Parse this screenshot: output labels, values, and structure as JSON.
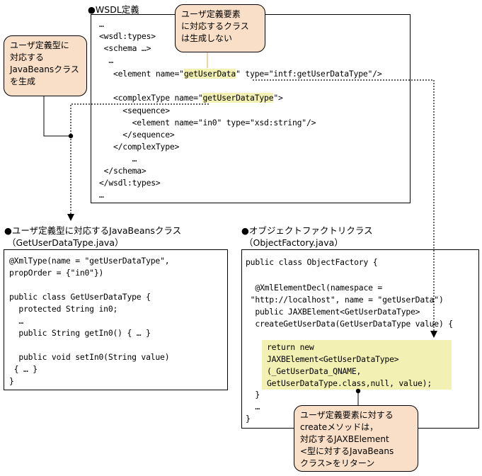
{
  "wsdl": {
    "heading": "●WSDL定義",
    "lines": [
      "…",
      "<wsdl:types>",
      " <schema …>",
      "  …",
      "   <element name=\"",
      "getUserData",
      "\" type=\"intf:getUserDataType\"/>",
      "   <complexType name=\"",
      "getUserDataType",
      "\">",
      "     <sequence>",
      "       <element name=\"in0\" type=\"xsd:string\"/>",
      "     </sequence>",
      "   </complexType>",
      "       …",
      " </schema>",
      "</wsdl:types>",
      "…"
    ]
  },
  "callouts": {
    "no_class": "ユーザ定義要素\nに対応するクラス\nは生成しない",
    "javabeans": "ユーザ定義型に\n対応する\nJavaBeansクラス\nを生成",
    "create_method": "ユーザ定義要素に対する\ncreateメソッドは，\n対応するJAXBElement\n<型に対するJavaBeans\nクラス>をリターン"
  },
  "javabean": {
    "heading": "●ユーザ定義型に対応するJavaBeansクラス",
    "subheading": "（GetUserDataType.java）",
    "lines": [
      "@XmlType(name = \"getUserDataType\",",
      "propOrder = {\"in0\"})",
      "",
      "public class GetUserDataType {",
      "  protected String in0;",
      "  …",
      "  public String getIn0() { … }",
      "",
      "  public void setIn0(String value)",
      " { … }",
      "}"
    ]
  },
  "factory": {
    "heading": "●オブジェクトファクトリクラス",
    "subheading": "（ObjectFactory.java）",
    "lines": [
      "public class ObjectFactory {",
      "",
      "  @XmlElementDecl(namespace =",
      " \"http://localhost\", name = \"getUserData\")",
      "  public JAXBElement<GetUserDataType>",
      "  createGetUserData(GetUserDataType value) {",
      "",
      "   return new",
      "   JAXBElement<GetUserDataType>",
      "   (_GetUserData_QNAME,",
      "   GetUserDataType.class,null, value);",
      "  }",
      "  …",
      "}"
    ]
  },
  "colors": {
    "callout_fill": "#f9dfc7",
    "highlight": "#f2f0b2",
    "connector_line": "#e8c88a"
  }
}
